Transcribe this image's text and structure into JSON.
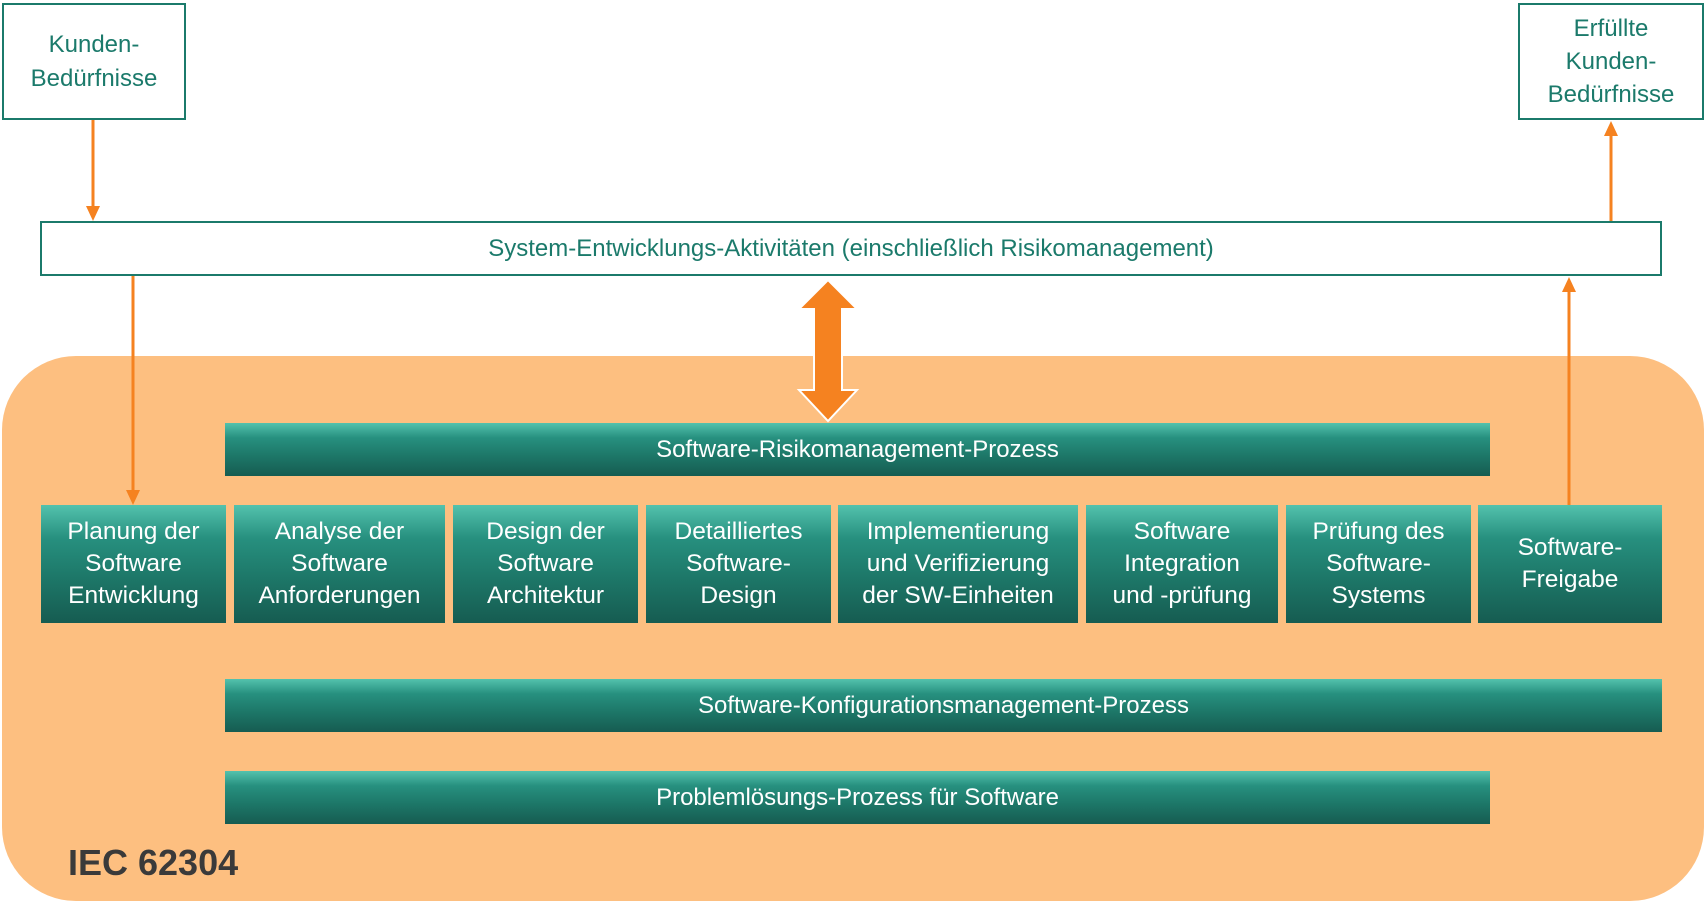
{
  "colors": {
    "teal_text": "#1b7a6b",
    "orange_arrow": "#f58220",
    "region_fill": "#fdbf80",
    "bar_top": "#53c2ad",
    "bar_bottom": "#165c51",
    "label_dark": "#3a3a3a"
  },
  "input_box": {
    "label": "Kunden-\nBedürfnisse"
  },
  "output_box": {
    "label": "Erfüllte\nKunden-\nBedürfnisse"
  },
  "system_box": {
    "label": "System-Entwicklungs-Aktivitäten (einschließlich Risikomanagement)"
  },
  "standard_label": "IEC 62304",
  "support_processes": {
    "risk": "Software-Risikomanagement-Prozess",
    "config": "Software-Konfigurationsmanagement-Prozess",
    "problem": "Problemlösungs-Prozess für Software"
  },
  "process_steps": [
    "Planung der\nSoftware\nEntwicklung",
    "Analyse der\nSoftware\nAnforderungen",
    "Design der\nSoftware\nArchitektur",
    "Detailliertes\nSoftware-\nDesign",
    "Implementierung\nund Verifizierung\nder SW-Einheiten",
    "Software\nIntegration\nund -prüfung",
    "Prüfung des\nSoftware-\nSystems",
    "Software-\nFreigabe"
  ]
}
